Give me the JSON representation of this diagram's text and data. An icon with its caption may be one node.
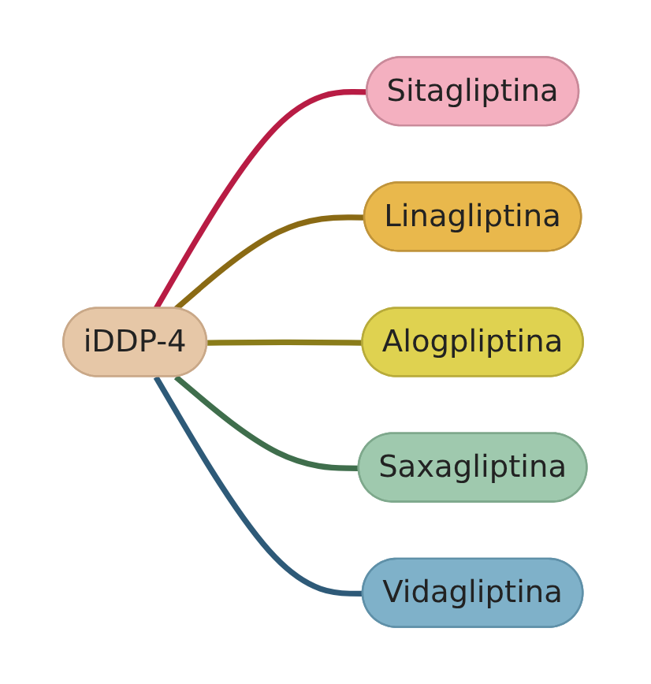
{
  "diagram": {
    "nodes": [
      {
        "text": [
          "iDDP-4"
        ]
      },
      {
        "text": [
          "Sitagliptina"
        ]
      },
      {
        "text": [
          "Linagliptina"
        ]
      },
      {
        "text": [
          "Alogpliptina"
        ]
      },
      {
        "text": [
          "Saxagliptina"
        ]
      },
      {
        "text": [
          "Vidagliptina"
        ]
      }
    ],
    "edges": [
      {
        "from": 0,
        "to": 1,
        "arrow": "none",
        "color": "#b81c44"
      },
      {
        "from": 0,
        "to": 2,
        "arrow": "none",
        "color": "#8a6a14"
      },
      {
        "from": 0,
        "to": 3,
        "arrow": "none",
        "color": "#8a7c1a"
      },
      {
        "from": 0,
        "to": 4,
        "arrow": "none",
        "color": "#3f6e4c"
      },
      {
        "from": 0,
        "to": 5,
        "arrow": "none",
        "color": "#2e5a78"
      }
    ]
  }
}
